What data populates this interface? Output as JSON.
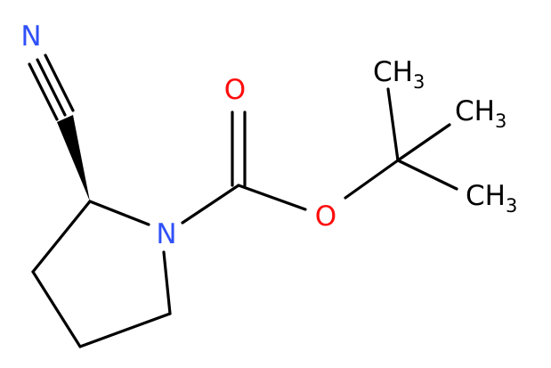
{
  "structure": {
    "atoms": [
      {
        "id": "N_nitrile",
        "element": "N",
        "label": "N"
      },
      {
        "id": "C_nitrile",
        "element": "C",
        "label": ""
      },
      {
        "id": "C2",
        "element": "C",
        "label": ""
      },
      {
        "id": "N1",
        "element": "N",
        "label": "N"
      },
      {
        "id": "C5",
        "element": "C",
        "label": ""
      },
      {
        "id": "C4",
        "element": "C",
        "label": ""
      },
      {
        "id": "C3",
        "element": "C",
        "label": ""
      },
      {
        "id": "C_carbonyl",
        "element": "C",
        "label": ""
      },
      {
        "id": "O_carbonyl",
        "element": "O",
        "label": "O"
      },
      {
        "id": "O_ester",
        "element": "O",
        "label": "O"
      },
      {
        "id": "C_quat",
        "element": "C",
        "label": ""
      },
      {
        "id": "Me1",
        "element": "C",
        "label": "CH",
        "subscript": "3"
      },
      {
        "id": "Me2",
        "element": "C",
        "label": "CH",
        "subscript": "3"
      },
      {
        "id": "Me3",
        "element": "C",
        "label": "CH",
        "subscript": "3"
      }
    ],
    "bonds": [
      {
        "from": "C_nitrile",
        "to": "N_nitrile",
        "order": 3
      },
      {
        "from": "C2",
        "to": "C_nitrile",
        "order": 1,
        "stereo": "wedge"
      },
      {
        "from": "C2",
        "to": "N1",
        "order": 1
      },
      {
        "from": "N1",
        "to": "C5",
        "order": 1
      },
      {
        "from": "C5",
        "to": "C4",
        "order": 1
      },
      {
        "from": "C4",
        "to": "C3",
        "order": 1
      },
      {
        "from": "C3",
        "to": "C2",
        "order": 1
      },
      {
        "from": "N1",
        "to": "C_carbonyl",
        "order": 1
      },
      {
        "from": "C_carbonyl",
        "to": "O_carbonyl",
        "order": 2
      },
      {
        "from": "C_carbonyl",
        "to": "O_ester",
        "order": 1
      },
      {
        "from": "O_ester",
        "to": "C_quat",
        "order": 1
      },
      {
        "from": "C_quat",
        "to": "Me1",
        "order": 1
      },
      {
        "from": "C_quat",
        "to": "Me2",
        "order": 1
      },
      {
        "from": "C_quat",
        "to": "Me3",
        "order": 1
      }
    ]
  },
  "colors": {
    "bond": "#000000",
    "nitrogen": "#3050F8",
    "oxygen": "#FF0D0D",
    "carbon_label": "#000000",
    "background": "#FFFFFF"
  }
}
